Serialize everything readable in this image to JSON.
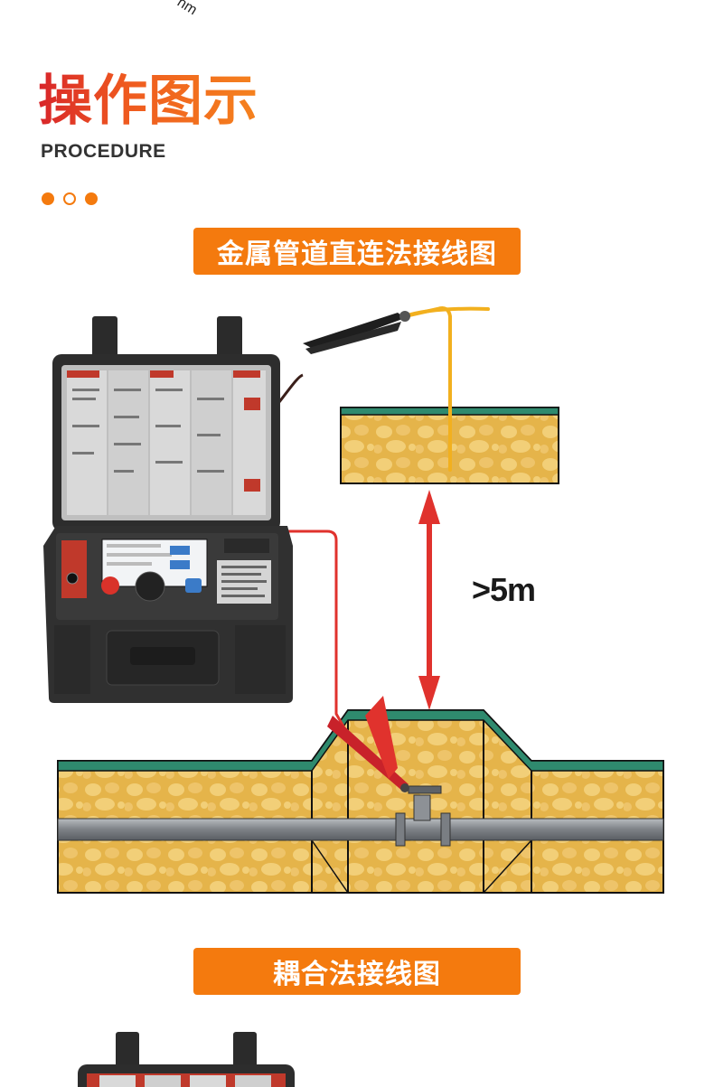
{
  "header": {
    "corner_text": "nm",
    "title_cn": "操作图示",
    "title_en": "PROCEDURE",
    "indicator": [
      "filled",
      "hollow",
      "filled"
    ]
  },
  "sections": [
    {
      "title": "金属管道直连法接线图",
      "distance_label": ">5m"
    },
    {
      "title": "耦合法接线图"
    }
  ],
  "colors": {
    "accent": "#f47a0e",
    "soil": "#e5b44a",
    "grass": "#2f8a6e",
    "red_lead": "#e0322d",
    "yellow_lead": "#f2b01e",
    "black_lead": "#3a1f1a"
  },
  "icons": [
    "power-icon",
    "dpad-icon",
    "ok-icon",
    "instrument-case-icon",
    "clamp-icon"
  ]
}
